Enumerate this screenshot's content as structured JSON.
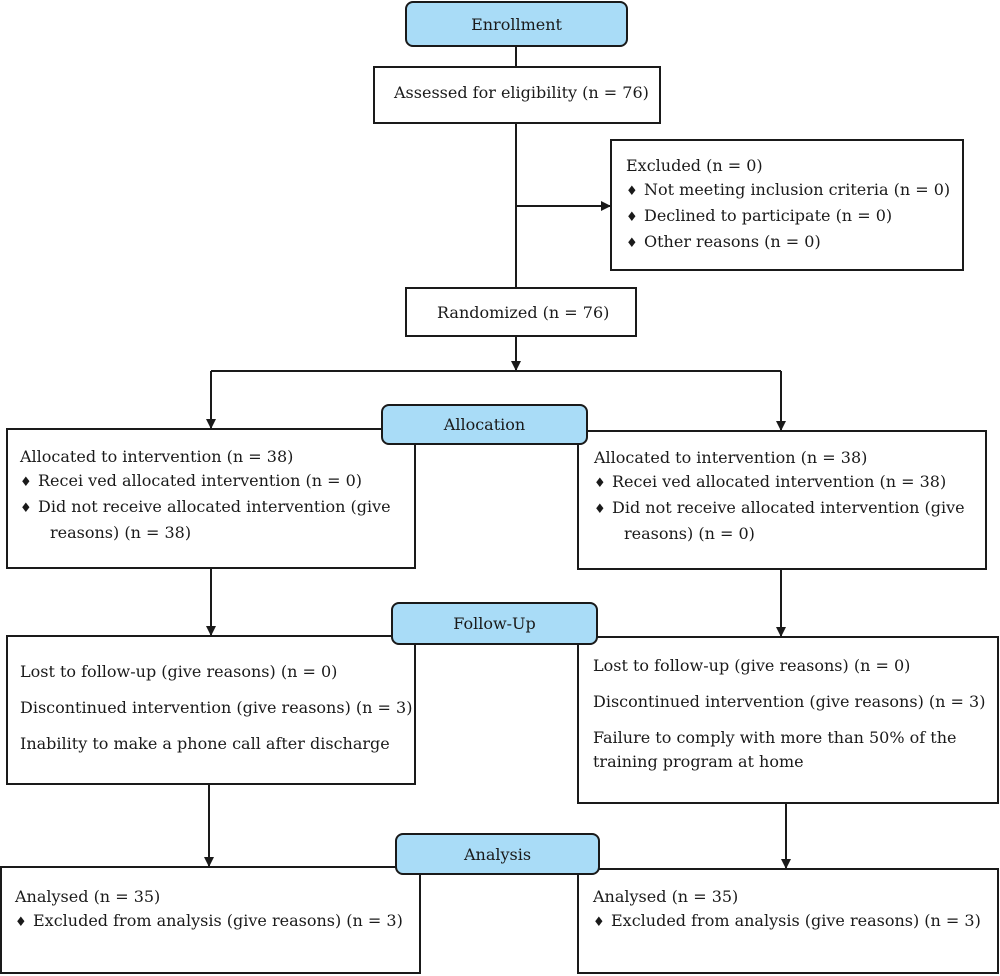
{
  "stages": {
    "enrollment": "Enrollment",
    "allocation": "Allocation",
    "follow_up": "Follow-Up",
    "analysis": "Analysis"
  },
  "assessed": "Assessed for eligibility (n = 76)",
  "excluded": {
    "title": "Excluded (n = 0)",
    "items": [
      "Not meeting inclusion criteria (n = 0)",
      "Declined to participate (n = 0)",
      "Other reasons (n = 0)"
    ]
  },
  "randomized": "Randomized (n = 76)",
  "left": {
    "allocation": {
      "title": "Allocated to intervention (n = 38)",
      "received": "Recei ved allocated intervention (n = 0)",
      "not_received_line1": "Did not receive allocated intervention (give",
      "not_received_line2": "reasons) (n = 38)"
    },
    "follow_up": {
      "lost": "Lost to follow-up (give reasons) (n = 0)",
      "discontinued": "Discontinued intervention (give reasons) (n = 3)",
      "reason": "Inability to make a phone call after discharge"
    },
    "analysis": {
      "analysed": "Analysed (n = 35)",
      "excluded": "Excluded from analysis (give reasons) (n = 3)"
    }
  },
  "right": {
    "allocation": {
      "title": "Allocated to intervention (n = 38)",
      "received": "Recei ved allocated intervention (n = 38)",
      "not_received_line1": "Did not receive allocated intervention (give",
      "not_received_line2": "reasons) (n = 0)"
    },
    "follow_up": {
      "lost": "Lost to follow-up (give reasons) (n = 0)",
      "discontinued": "Discontinued intervention (give reasons) (n = 3)",
      "reason_line1": "Failure to comply with more than 50% of the",
      "reason_line2": "training program at home"
    },
    "analysis": {
      "analysed": "Analysed (n = 35)",
      "excluded": "Excluded from analysis (give reasons) (n = 3)"
    }
  }
}
